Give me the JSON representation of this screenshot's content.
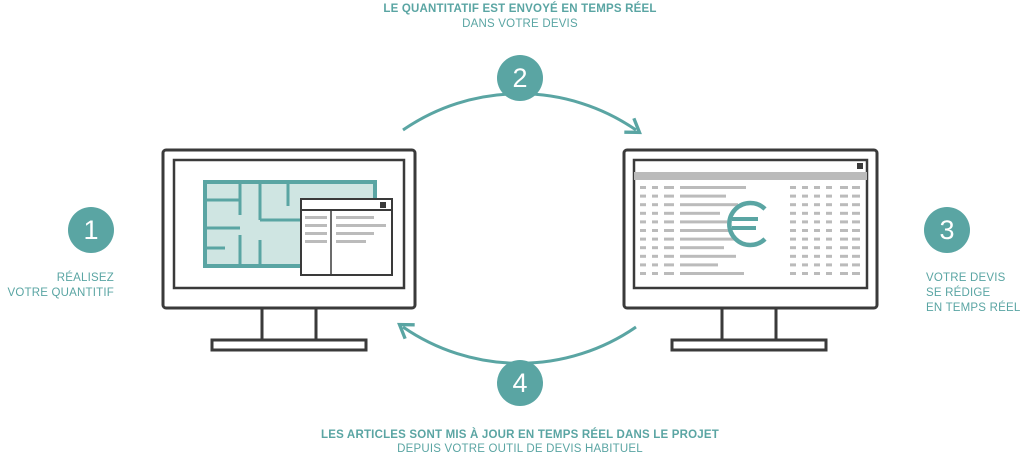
{
  "colors": {
    "accent": "#5aa5a3",
    "frame": "#3a3a3a",
    "light": "#cfe5e2",
    "sheet": "#bbbbbb"
  },
  "top_caption": {
    "title": "LE QUANTITATIF EST ENVOYÉ EN TEMPS RÉEL",
    "subtitle": "DANS VOTRE DEVIS"
  },
  "bottom_caption": {
    "title": "LES ARTICLES SONT MIS À JOUR EN TEMPS RÉEL DANS LE PROJET",
    "subtitle": "DEPUIS VOTRE OUTIL DE DEVIS HABITUEL"
  },
  "steps": [
    {
      "number": "1",
      "lines": [
        "RÉALISEZ",
        "VOTRE QUANTITIF"
      ]
    },
    {
      "number": "2"
    },
    {
      "number": "3",
      "lines": [
        "VOTRE DEVIS",
        "SE RÉDIGE",
        "EN TEMPS RÉEL"
      ]
    },
    {
      "number": "4"
    }
  ],
  "icons": {
    "left_monitor": "floor-plan-monitor-icon",
    "right_monitor": "spreadsheet-monitor-icon",
    "currency": "euro-icon"
  }
}
